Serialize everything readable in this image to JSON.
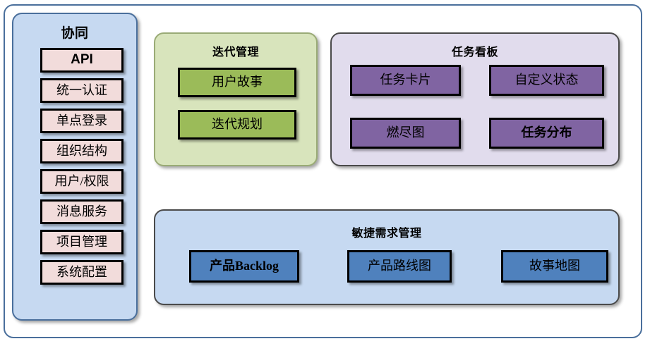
{
  "diagram": {
    "title_visible": false,
    "colors": {
      "frame_border": "#4a6f9c",
      "sidebar_bg": "#c6d9f1",
      "sidebar_border": "#4a6f9c",
      "sidebar_item_bg": "#f2dcdb",
      "iteration_bg": "#d8e4bc",
      "iteration_border": "#9aab76",
      "iteration_item_bg": "#9bbb59",
      "taskboard_bg": "#e1dced",
      "taskboard_border": "#4a4a4a",
      "taskboard_item_bg": "#8064a2",
      "agile_bg": "#c6d9f1",
      "agile_border": "#4a4a4a",
      "agile_item_bg": "#4f81bd",
      "item_border": "#000000"
    }
  },
  "sidebar": {
    "title": "协同",
    "items": [
      {
        "label": "API",
        "latin": true
      },
      {
        "label": "统一认证",
        "latin": false
      },
      {
        "label": "单点登录",
        "latin": false
      },
      {
        "label": "组织结构",
        "latin": false
      },
      {
        "label": "用户/权限",
        "latin": false
      },
      {
        "label": "消息服务",
        "latin": false
      },
      {
        "label": "项目管理",
        "latin": false
      },
      {
        "label": "系统配置",
        "latin": false
      }
    ]
  },
  "iteration": {
    "title": "迭代管理",
    "items": [
      {
        "label": "用户故事"
      },
      {
        "label": "迭代规划"
      }
    ]
  },
  "taskboard": {
    "title": "任务看板",
    "items": [
      {
        "label": "任务卡片",
        "bold": false
      },
      {
        "label": "自定义状态",
        "bold": false
      },
      {
        "label": "燃尽图",
        "bold": false
      },
      {
        "label": "任务分布",
        "bold": true
      }
    ]
  },
  "agile": {
    "title": "敏捷需求管理",
    "items": [
      {
        "label": "产品Backlog",
        "bold": true
      },
      {
        "label": "产品路线图",
        "bold": false
      },
      {
        "label": "故事地图",
        "bold": false
      }
    ]
  }
}
